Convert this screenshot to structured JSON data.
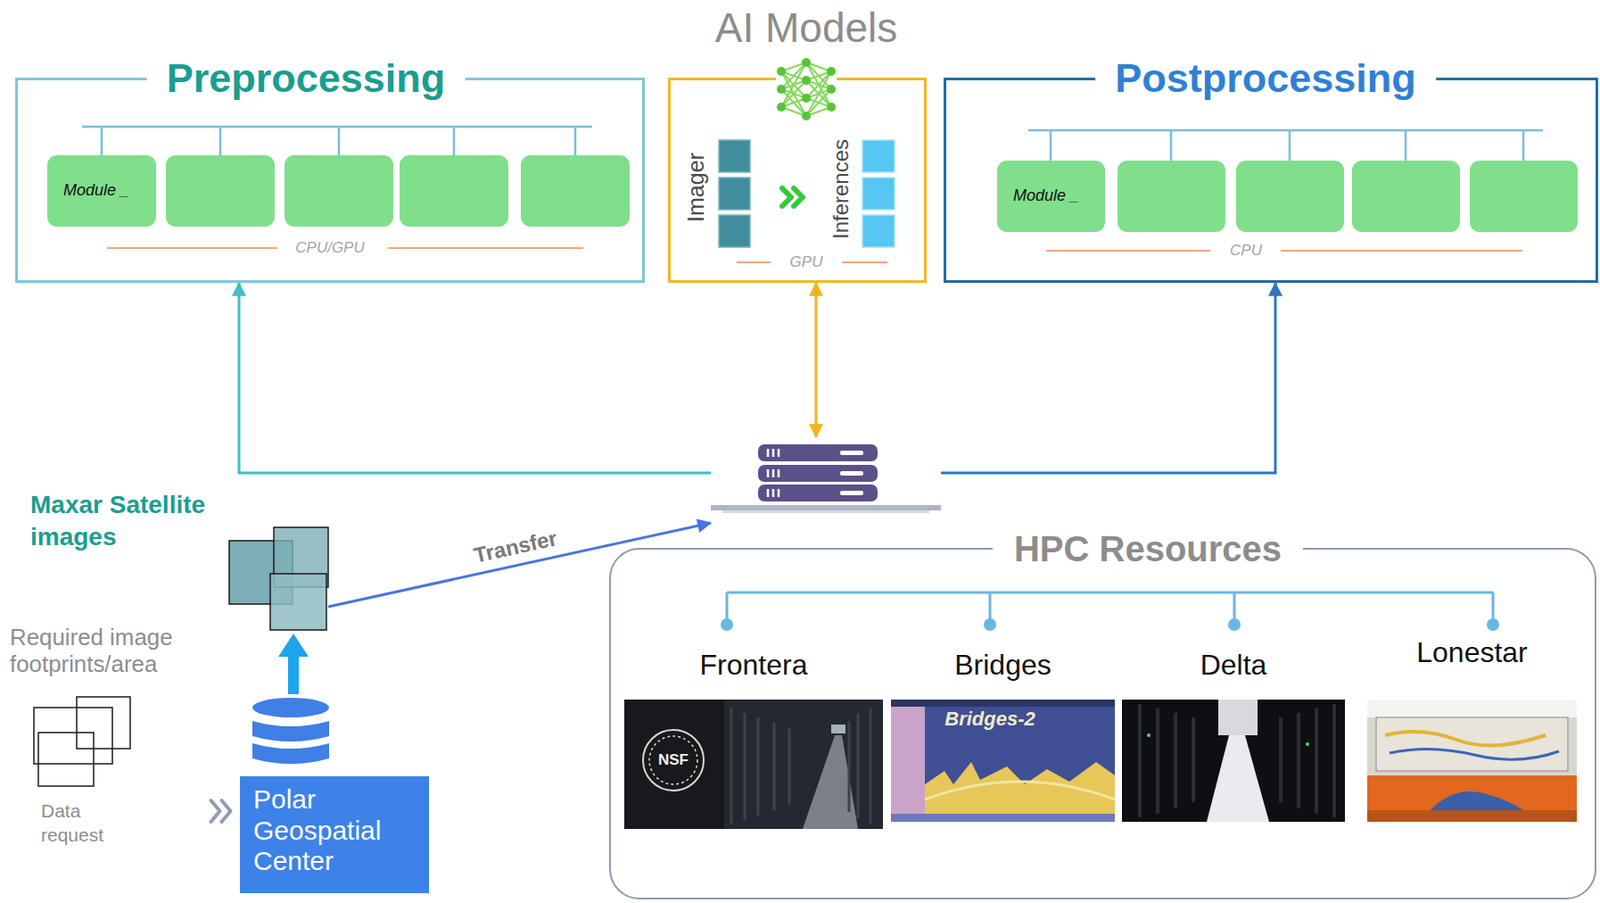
{
  "diagram": {
    "nodes": [
      {
        "text": [
          "Preprocessing",
          "CPU/GPU"
        ]
      },
      {
        "text": [
          "Module _"
        ],
        "in": 0
      },
      {
        "text": [
          "AI Models",
          "Imager",
          "Inferences",
          "GPU"
        ]
      },
      {
        "text": [
          "Postprocessing",
          "CPU"
        ]
      },
      {
        "text": [
          "Module _"
        ],
        "in": 3
      },
      {
        "text": []
      },
      {
        "text": [
          "Maxar Satellite images"
        ]
      },
      {
        "text": [
          "Required image footprints/area",
          "Data request"
        ]
      },
      {
        "text": [
          "Polar Geospatial Center"
        ]
      },
      {
        "text": [
          "HPC Resources"
        ]
      },
      {
        "text": [
          "Frontera"
        ],
        "in": 9
      },
      {
        "text": [
          "Bridges"
        ],
        "in": 9
      },
      {
        "text": [
          "Delta"
        ],
        "in": 9
      },
      {
        "text": [
          "Lonestar"
        ],
        "in": 9
      }
    ],
    "edges": [
      {
        "from": 5,
        "to": 0,
        "arrow": "to"
      },
      {
        "from": 5,
        "to": 2,
        "arrow": "both"
      },
      {
        "from": 5,
        "to": 3,
        "arrow": "to"
      },
      {
        "from": 6,
        "to": 5,
        "label": "Transfer",
        "arrow": "to"
      },
      {
        "from": 8,
        "to": 6,
        "arrow": "to"
      },
      {
        "from": 7,
        "to": 8,
        "arrow": "to"
      }
    ],
    "labels": [
      "NSF",
      "Bridges-2"
    ]
  }
}
